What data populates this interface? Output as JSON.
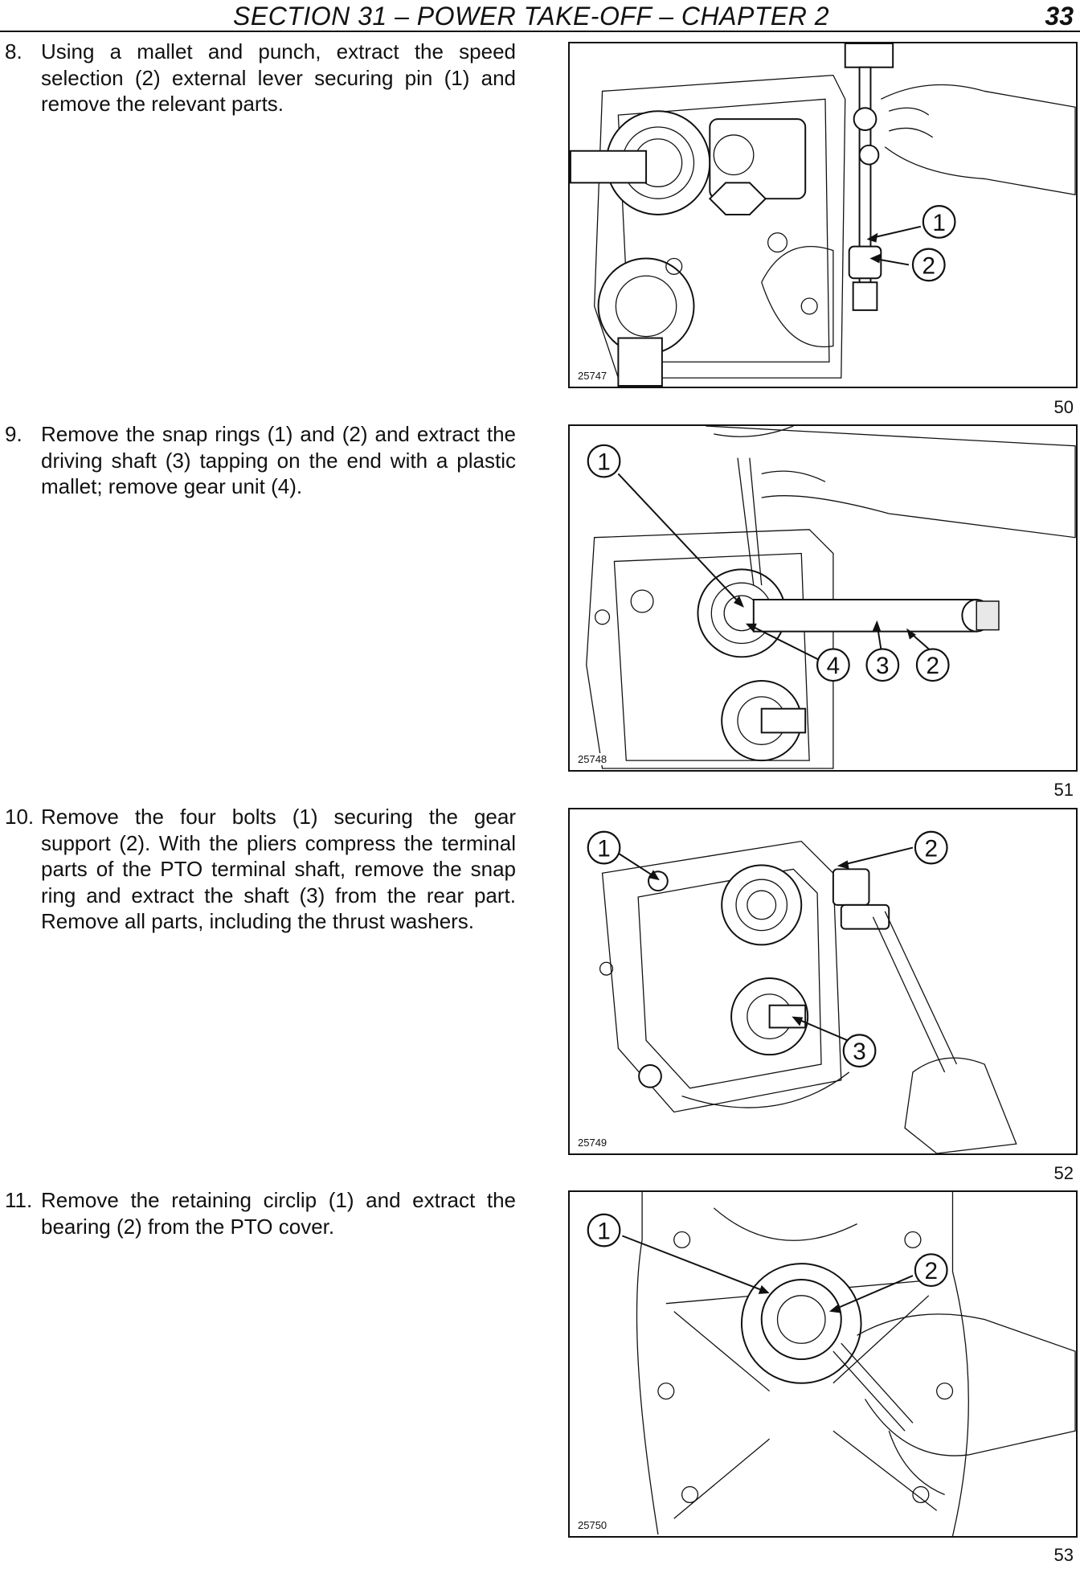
{
  "header": {
    "title": "SECTION 31 – POWER TAKE-OFF – CHAPTER 2",
    "page_number": "33"
  },
  "steps": [
    {
      "number": "8.",
      "text": "Using a mallet and punch, extract the speed selection (2) external lever securing pin (1) and remove the relevant parts.",
      "figure": {
        "code": "25747",
        "number": "50",
        "callouts": [
          "1",
          "2"
        ]
      }
    },
    {
      "number": "9.",
      "text": "Remove the snap rings (1) and (2) and extract the driving shaft (3) tapping on the end with a plastic mallet; remove gear unit (4).",
      "figure": {
        "code": "25748",
        "number": "51",
        "callouts": [
          "1",
          "4",
          "3",
          "2"
        ]
      }
    },
    {
      "number": "10.",
      "text": "Remove the four bolts (1) securing the gear support (2). With the pliers compress the terminal parts of the PTO terminal shaft, remove the snap ring and extract the shaft (3) from the rear part. Remove all parts, including the thrust washers.",
      "figure": {
        "code": "25749",
        "number": "52",
        "callouts": [
          "1",
          "2",
          "3"
        ]
      }
    },
    {
      "number": "11.",
      "text": "Remove the retaining circlip (1) and extract the bearing (2) from the PTO cover.",
      "figure": {
        "code": "25750",
        "number": "53",
        "callouts": [
          "1",
          "2"
        ]
      }
    }
  ]
}
